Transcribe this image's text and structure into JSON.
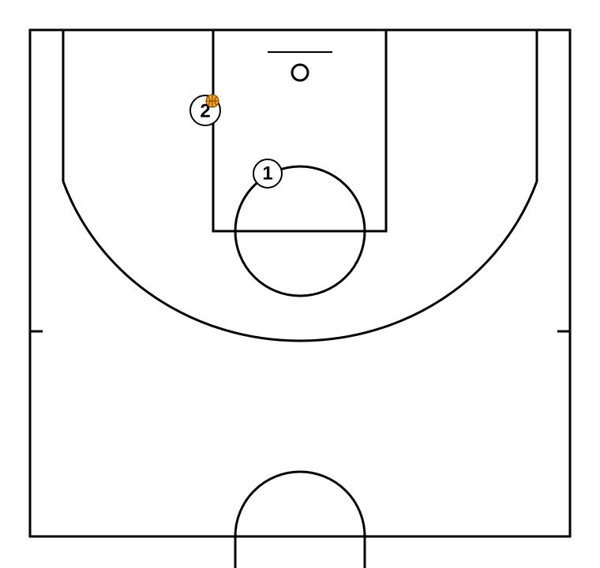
{
  "diagram": {
    "type": "basketball-half-court-play",
    "line_color": "#000000",
    "background_color": "#ffffff",
    "ball_color": "#f2a21a",
    "players": [
      {
        "label": "1",
        "role": "offensive-player",
        "has_ball": false
      },
      {
        "label": "2",
        "role": "offensive-player",
        "has_ball": true
      }
    ]
  }
}
